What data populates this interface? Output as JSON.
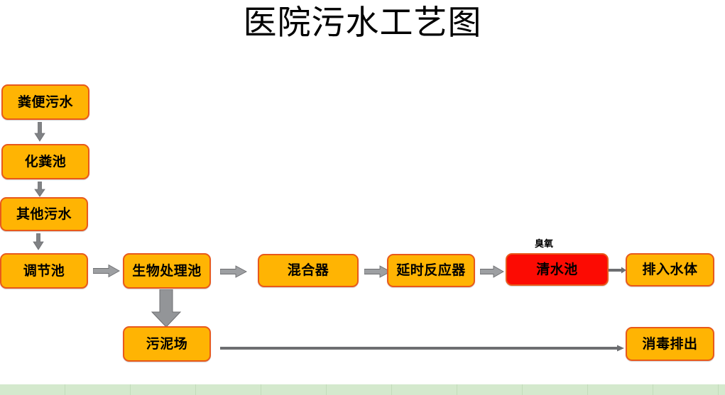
{
  "title": "医院污水工艺图",
  "colors": {
    "box_fill": "#FFB403",
    "box_fill_highlight": "#FC0B03",
    "box_border": "#E8591B",
    "arrow_gray": "#808285",
    "arrow_outline": "#58595B",
    "text": "#000000",
    "sheet_strip": "#D4E9CD"
  },
  "nodes": [
    {
      "id": "feces-sewage",
      "label": "粪便污水",
      "highlight": false
    },
    {
      "id": "septic-tank",
      "label": "化粪池",
      "highlight": false
    },
    {
      "id": "other-sewage",
      "label": "其他污水",
      "highlight": false
    },
    {
      "id": "regulating-tank",
      "label": "调节池",
      "highlight": false
    },
    {
      "id": "bio-treatment-tank",
      "label": "生物处理池",
      "highlight": false
    },
    {
      "id": "mixer",
      "label": "混合器",
      "highlight": false
    },
    {
      "id": "delay-reactor",
      "label": "延时反应器",
      "highlight": false
    },
    {
      "id": "clean-water-tank",
      "label": "清水池",
      "highlight": true
    },
    {
      "id": "discharge-to-water",
      "label": "排入水体",
      "highlight": false
    },
    {
      "id": "sludge-yard",
      "label": "污泥场",
      "highlight": false
    },
    {
      "id": "disinfect-discharge",
      "label": "消毒排出",
      "highlight": false
    }
  ],
  "captions": [
    {
      "id": "ozone",
      "label": "臭氧"
    }
  ],
  "flow": [
    {
      "from": "feces-sewage",
      "to": "septic-tank",
      "style": "block-down"
    },
    {
      "from": "septic-tank",
      "to": "other-sewage",
      "style": "block-down"
    },
    {
      "from": "other-sewage",
      "to": "regulating-tank",
      "style": "block-down"
    },
    {
      "from": "regulating-tank",
      "to": "bio-treatment-tank",
      "style": "block-right"
    },
    {
      "from": "bio-treatment-tank",
      "to": "mixer",
      "style": "block-right"
    },
    {
      "from": "mixer",
      "to": "delay-reactor",
      "style": "block-right"
    },
    {
      "from": "delay-reactor",
      "to": "clean-water-tank",
      "style": "block-right"
    },
    {
      "from": "clean-water-tank",
      "to": "discharge-to-water",
      "style": "line-right"
    },
    {
      "from": "bio-treatment-tank",
      "to": "sludge-yard",
      "style": "thick-down"
    },
    {
      "from": "sludge-yard",
      "to": "disinfect-discharge",
      "style": "long-line-right"
    }
  ]
}
